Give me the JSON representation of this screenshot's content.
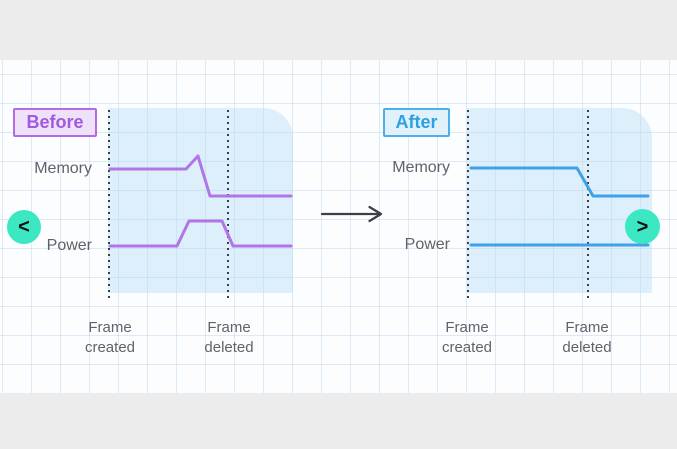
{
  "before": {
    "title": "Before",
    "memory_label": "Memory",
    "power_label": "Power",
    "frame_created": "Frame\ncreated",
    "frame_deleted": "Frame\ndeleted",
    "memory_points": "110,169 186,169 198,156 210,196 291,196",
    "power_points": "110,246 177,246 189,221 222,221 233,246 291,246"
  },
  "after": {
    "title": "After",
    "memory_label": "Memory",
    "power_label": "Power",
    "frame_created": "Frame\ncreated",
    "frame_deleted": "Frame\ndeleted",
    "memory_points": "471,168 577,168 593,196 648,196",
    "power_points": "471,245 648,245"
  },
  "nav": {
    "prev": "<",
    "next": ">"
  },
  "colors": {
    "before_line": "#b175e8",
    "after_line": "#3fa2e8",
    "before_accent": "#a159e0",
    "after_accent": "#2d9fe3",
    "nav_background": "#3ce8c2",
    "shade_background": "#ddeefa",
    "arrow": "#3c4043",
    "text_gray": "#5f6368"
  }
}
